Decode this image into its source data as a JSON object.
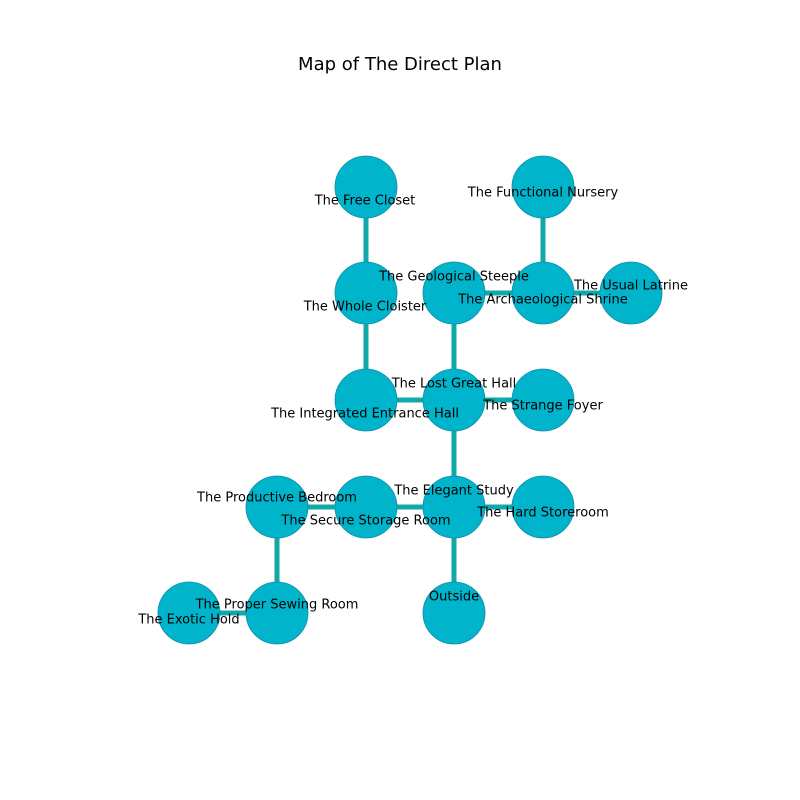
{
  "title": "Map of The Direct Plan",
  "colors": {
    "node": "#00b4cc",
    "edge": "#10a8a8",
    "node_border": "#0e8ea6"
  },
  "rooms": [
    {
      "id": "free_closet",
      "label": "The Free Closet"
    },
    {
      "id": "functional_nursery",
      "label": "The Functional Nursery"
    },
    {
      "id": "whole_cloister",
      "label": "The Whole Cloister"
    },
    {
      "id": "geological_steeple",
      "label": "The Geological Steeple"
    },
    {
      "id": "archaeological_shrine",
      "label": "The Archaeological Shrine"
    },
    {
      "id": "usual_latrine",
      "label": "The Usual Latrine"
    },
    {
      "id": "integrated_entrance_hall",
      "label": "The Integrated Entrance Hall"
    },
    {
      "id": "lost_great_hall",
      "label": "The Lost Great Hall"
    },
    {
      "id": "strange_foyer",
      "label": "The Strange Foyer"
    },
    {
      "id": "productive_bedroom",
      "label": "The Productive Bedroom"
    },
    {
      "id": "secure_storage_room",
      "label": "The Secure Storage Room"
    },
    {
      "id": "elegant_study",
      "label": "The Elegant Study"
    },
    {
      "id": "hard_storeroom",
      "label": "The Hard Storeroom"
    },
    {
      "id": "exotic_hold",
      "label": "The Exotic Hold"
    },
    {
      "id": "proper_sewing_room",
      "label": "The Proper Sewing Room"
    },
    {
      "id": "outside",
      "label": "Outside"
    }
  ],
  "connections": [
    [
      "free_closet",
      "whole_cloister"
    ],
    [
      "whole_cloister",
      "integrated_entrance_hall"
    ],
    [
      "integrated_entrance_hall",
      "lost_great_hall"
    ],
    [
      "lost_great_hall",
      "geological_steeple"
    ],
    [
      "geological_steeple",
      "archaeological_shrine"
    ],
    [
      "archaeological_shrine",
      "functional_nursery"
    ],
    [
      "archaeological_shrine",
      "usual_latrine"
    ],
    [
      "lost_great_hall",
      "strange_foyer"
    ],
    [
      "lost_great_hall",
      "elegant_study"
    ],
    [
      "elegant_study",
      "hard_storeroom"
    ],
    [
      "elegant_study",
      "outside"
    ],
    [
      "elegant_study",
      "secure_storage_room"
    ],
    [
      "secure_storage_room",
      "productive_bedroom"
    ],
    [
      "productive_bedroom",
      "proper_sewing_room"
    ],
    [
      "proper_sewing_room",
      "exotic_hold"
    ]
  ]
}
